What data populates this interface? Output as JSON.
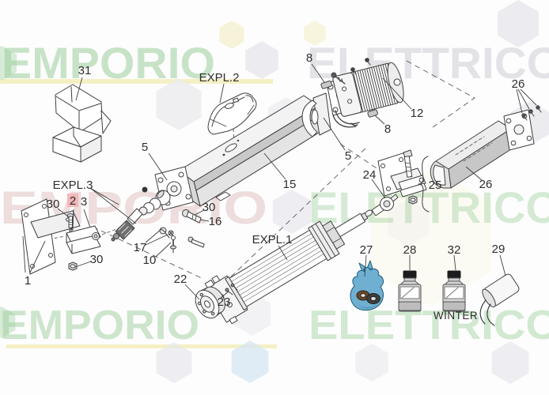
{
  "watermark": {
    "row1": {
      "left": "EMPORIO",
      "right": "ELETTRICO"
    },
    "row2": {
      "left": "EMPORIO",
      "right": "ELETTRICO"
    },
    "row3": {
      "left": "EMPORIO",
      "right": "ELETTRICO"
    }
  },
  "labels": {
    "expl1": "EXPL.1",
    "expl2": "EXPL.2",
    "expl3": "EXPL.3",
    "winter": "WINTER",
    "n31": "31",
    "n8top": "8",
    "n8mid": "8",
    "n12": "12",
    "n26top": "26",
    "n26bot": "26",
    "n5left": "5",
    "n5right": "5",
    "n15": "15",
    "n24": "24",
    "n25": "25",
    "n30a": "30",
    "n2": "2",
    "n3": "3",
    "n30b": "30",
    "n16": "16",
    "n17": "17",
    "n10": "10",
    "n30c": "30",
    "n1": "1",
    "n22": "22",
    "n23": "23",
    "n27": "27",
    "n28": "28",
    "n32": "32",
    "n29": "29"
  },
  "colors": {
    "line": "#3f3f3f",
    "label_text": "#2e2e2e",
    "highlight_text": "#c03434",
    "highlight_bg": "#f3b8b8",
    "bag_blue": "#6fb0d2",
    "tube_gray": "#c7c7c7",
    "watermark_green": "#9ccf9c",
    "watermark_gray": "#d9d9df",
    "watermark_pink": "#dcb8b8",
    "watermark_yellow": "#f3edba",
    "watermark_blue": "#d7e7f3"
  }
}
